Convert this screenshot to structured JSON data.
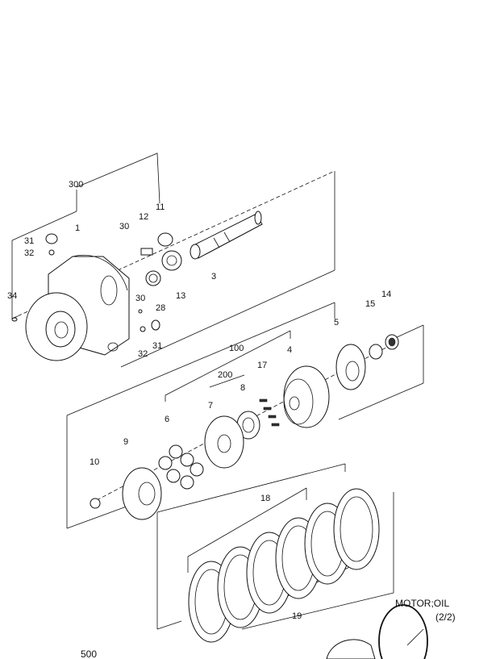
{
  "labels": {
    "l300": "300",
    "l1": "1",
    "l11": "11",
    "l12": "12",
    "l30a": "30",
    "l31a": "31",
    "l32a": "32",
    "l3": "3",
    "l13": "13",
    "l28": "28",
    "l34": "34",
    "l30b": "30",
    "l32b": "32",
    "l31b": "31",
    "l100": "100",
    "l4": "4",
    "l5": "5",
    "l15": "15",
    "l14": "14",
    "l200": "200",
    "l17": "17",
    "l7": "7",
    "l8": "8",
    "l6": "6",
    "l9": "9",
    "l10": "10",
    "l18": "18",
    "l19": "19"
  },
  "caption": {
    "title": "MOTOR;OIL",
    "page": "(2/2)"
  },
  "footer": {
    "page_number": "500"
  }
}
